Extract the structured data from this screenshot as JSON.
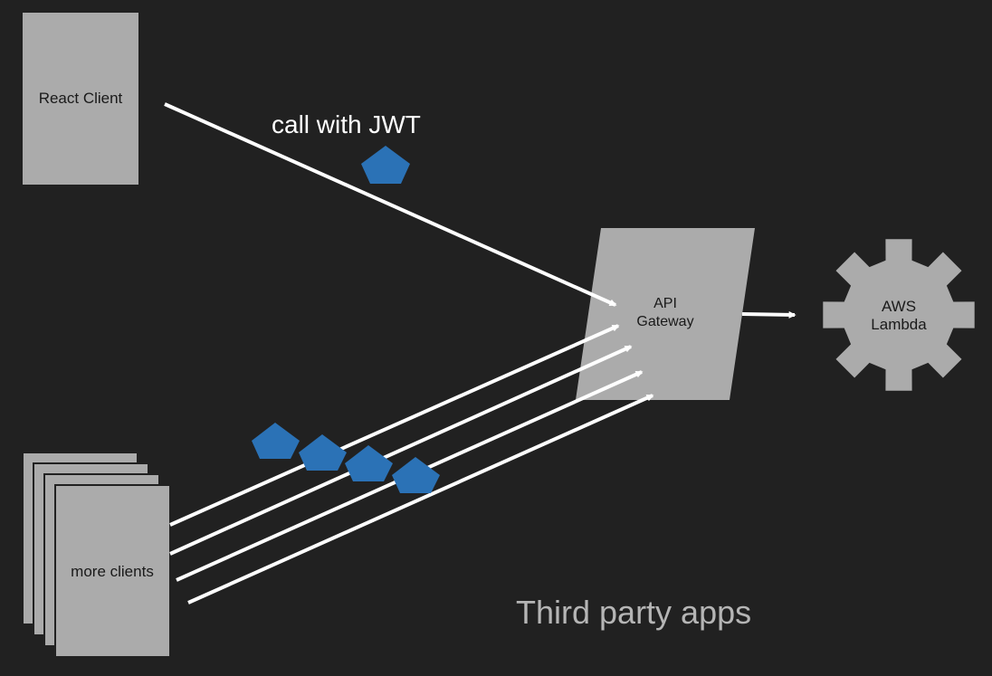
{
  "nodes": {
    "react_client": "React Client",
    "api_gateway_line1": "API",
    "api_gateway_line2": "Gateway",
    "aws_lambda_line1": "AWS",
    "aws_lambda_line2": "Lambda",
    "more_clients": "more clients"
  },
  "edges": {
    "call_label": "call with JWT"
  },
  "caption": "Third party apps",
  "colors": {
    "background": "#212121",
    "box": "#ababab",
    "arrow": "#ffffff",
    "token": "#2b72b6",
    "caption": "#b5b5b5"
  },
  "icons": {
    "token": "jwt-token-pentagon-icon",
    "lambda": "gear-shape"
  }
}
